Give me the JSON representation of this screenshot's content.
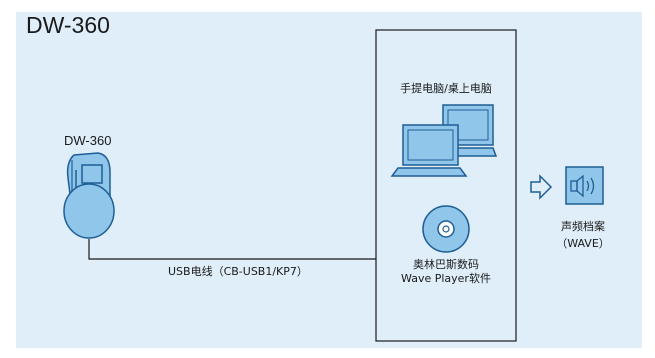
{
  "title": "DW-360",
  "device": {
    "label": "DW-360",
    "icon": "dictaphone-icon"
  },
  "cable": {
    "label": "USB电线（CB-USB1/KP7）"
  },
  "computer": {
    "label": "手提电脑/桌上电脑",
    "icon": "computer-icon"
  },
  "software": {
    "line1": "奥林巴斯数码",
    "line2": "Wave Player软件",
    "icon": "cd-icon"
  },
  "output": {
    "line1": "声频档案",
    "line2": "（WAVE）",
    "icon": "speaker-icon"
  },
  "arrow": {
    "icon": "right-arrow-icon"
  },
  "colors": {
    "background": "#dfeef9",
    "stroke": "#1f5f96",
    "fill": "#8fc6ea",
    "line": "#1a1a1a"
  }
}
